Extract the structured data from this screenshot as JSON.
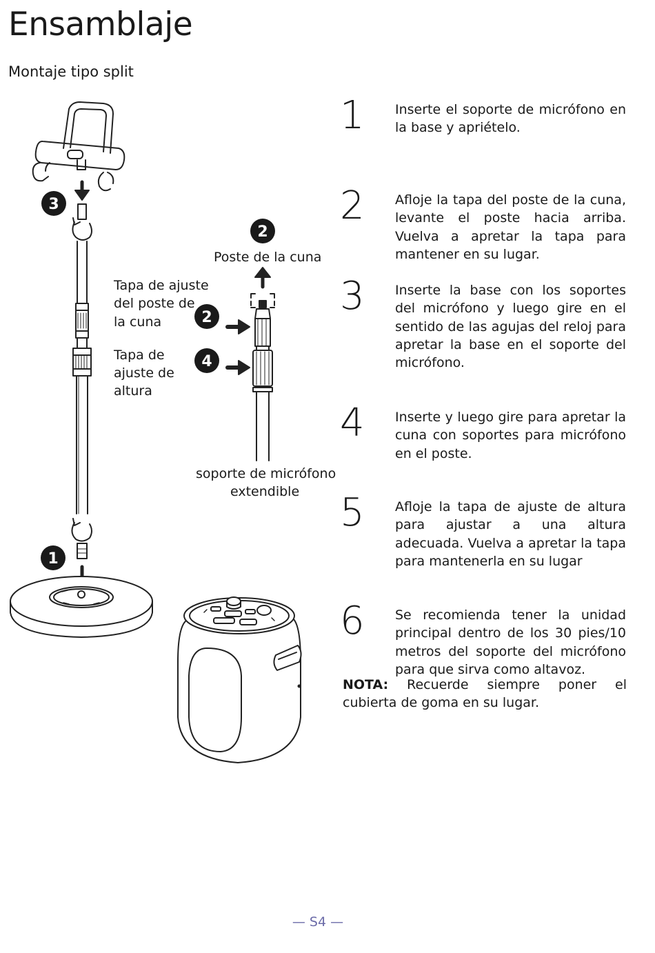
{
  "header": {
    "title": "Ensamblaje",
    "subtitle": "Montaje tipo split"
  },
  "steps": [
    {
      "num": "1",
      "text": "Inserte el soporte de micrófono en la base y apriételo."
    },
    {
      "num": "2",
      "text": "Afloje la tapa del poste de la cuna, levante el poste hacia arriba. Vuelva a apretar la tapa para mantener en su lugar."
    },
    {
      "num": "3",
      "text": "Inserte la base con los soportes del micrófono y luego gire en el sentido de las agujas del reloj para apretar la base en el soporte del micrófono."
    },
    {
      "num": "4",
      "text": "Inserte y luego gire para apretar la cuna con soportes para micrófono en el poste."
    },
    {
      "num": "5",
      "text": "Afloje la tapa de ajuste de altura para ajustar a una altura adecuada. Vuelva a apretar la tapa para mantenerla en su lugar"
    },
    {
      "num": "6",
      "text": "Se recomienda tener la unidad principal dentro de los 30 pies/10 metros del soporte del micrófono para que sirva como altavoz."
    }
  ],
  "note": {
    "label": "NOTA:",
    "text": " Recuerde siempre poner el cubierta de goma en su lugar."
  },
  "illustration": {
    "labels": {
      "poste_cuna": "Poste de la cuna",
      "tapa_poste_1": "Tapa de ajuste",
      "tapa_poste_2": "del poste de",
      "tapa_poste_3": "la cuna",
      "tapa_altura_1": "Tapa de",
      "tapa_altura_2": "ajuste de",
      "tapa_altura_3": "altura",
      "soporte_1": "soporte de micrófono",
      "soporte_2": "extendible"
    },
    "badges": {
      "b1": "1",
      "b2a": "2",
      "b2b": "2",
      "b3": "3",
      "b4": "4"
    }
  },
  "footer": {
    "page": "— S4 —"
  }
}
